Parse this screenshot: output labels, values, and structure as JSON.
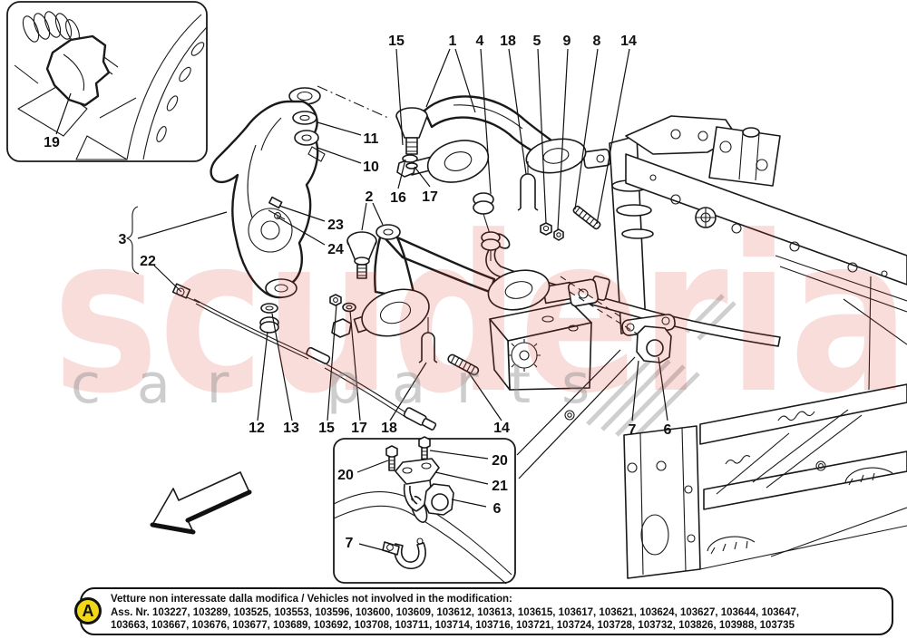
{
  "page": {
    "background": "#ffffff",
    "line_color": "#1a1a1a"
  },
  "watermark": {
    "primary": "scuderia",
    "secondary_word1": "car",
    "secondary_word2": "parts",
    "primary_color": "#d93025",
    "secondary_color": "#8a8a8a"
  },
  "callouts": {
    "n19": "19",
    "n15_top": "15",
    "n1": "1",
    "n4": "4",
    "n18_top": "18",
    "n5": "5",
    "n9": "9",
    "n8": "8",
    "n14_top": "14",
    "n11": "11",
    "n10": "10",
    "n2": "2",
    "n16": "16",
    "n17_upper": "17",
    "n23": "23",
    "n24": "24",
    "n3": "3",
    "n22": "22",
    "n12": "12",
    "n13": "13",
    "n15_bottom": "15",
    "n17_bottom": "17",
    "n18_bottom": "18",
    "n14_bottom": "14",
    "n20_left": "20",
    "n20_right": "20",
    "n21": "21",
    "n6_inset": "6",
    "n7_inset": "7",
    "n7_chassis": "7",
    "n6_chassis": "6"
  },
  "note": {
    "badge": "A",
    "badge_bg": "#f0d718",
    "line1": "Vetture non interessate dalla modifica / Vehicles not involved in the modification:",
    "line2": "Ass. Nr. 103227, 103289, 103525, 103553, 103596, 103600, 103609, 103612, 103613, 103615, 103617, 103621, 103624, 103627, 103644, 103647,",
    "line3": "103663, 103667, 103676, 103677, 103689, 103692, 103708, 103711, 103714, 103716, 103721, 103724, 103728, 103732, 103826, 103988, 103735"
  }
}
